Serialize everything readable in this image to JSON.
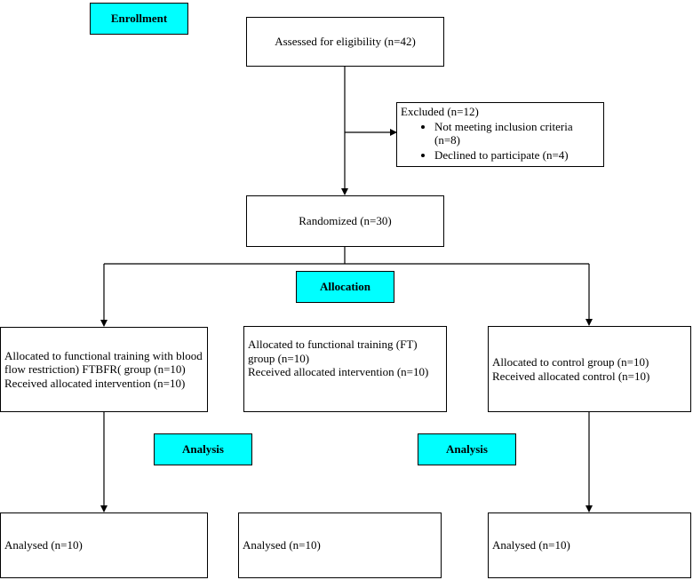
{
  "stages": {
    "enrollment": "Enrollment",
    "allocation": "Allocation",
    "analysis": "Analysis"
  },
  "stage_color": "#00ffff",
  "boxes": {
    "assessed": "Assessed for eligibility (n=42)",
    "excluded": {
      "title": "Excluded (n=12)",
      "items": [
        "Not meeting inclusion criteria (n=8)",
        "Declined to participate (n=4)"
      ]
    },
    "randomized": "Randomized (n=30)",
    "alloc_ftbfr": {
      "line1": "Allocated to functional training with blood flow restriction) FTBFR( group (n=10)",
      "line2": "Received allocated intervention (n=10)"
    },
    "alloc_ft": {
      "line1": "Allocated to functional training (FT) group (n=10)",
      "line2": "Received allocated intervention (n=10)"
    },
    "alloc_control": {
      "line1": "Allocated to control group (n=10)",
      "line2": "Received allocated control (n=10)"
    },
    "analysed_ftbfr": "Analysed (n=10)",
    "analysed_ft": "Analysed (n=10)",
    "analysed_control": "Analysed (n=10)"
  }
}
